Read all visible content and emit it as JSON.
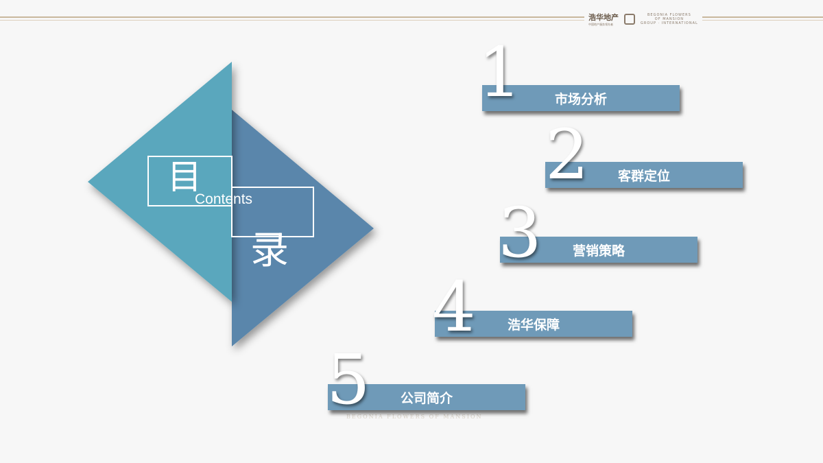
{
  "header": {
    "logo_cn": "浩华地产",
    "logo_sub": "中国地产服务领先者",
    "logo_en_line1": "BEGONIA FLOWERS",
    "logo_en_line2": "OF MANSION",
    "logo_en_line3": "GROUP · INTERNATIONAL"
  },
  "watermark": "BEGONIA FLOWERS OF MANSION",
  "title": {
    "char1": "目",
    "char2": "录",
    "english": "Contents"
  },
  "colors": {
    "teal": "#5aa7bd",
    "steel_blue": "#5a86ab",
    "bar": "#6f9ab8"
  },
  "items": [
    {
      "number": "1",
      "label": "市场分析"
    },
    {
      "number": "2",
      "label": "客群定位"
    },
    {
      "number": "3",
      "label": "营销策略"
    },
    {
      "number": "4",
      "label": "浩华保障"
    },
    {
      "number": "5",
      "label": "公司简介"
    }
  ]
}
